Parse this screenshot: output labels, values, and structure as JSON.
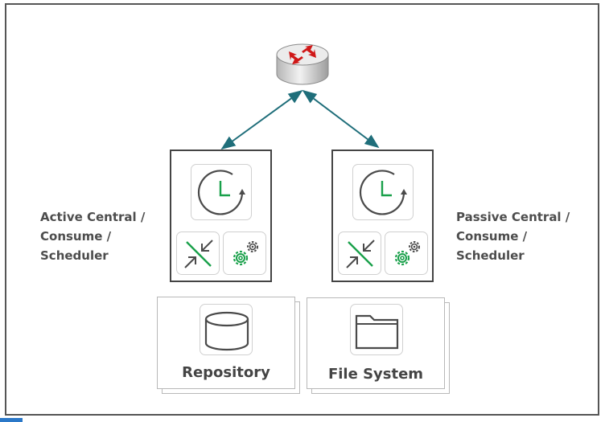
{
  "labels": {
    "active": "Active Central /\nConsume /\nScheduler",
    "passive": "Passive Central /\nConsume /\nScheduler"
  },
  "stores": {
    "repository": "Repository",
    "file_system": "File System"
  },
  "colors": {
    "link": "#1f6e7a",
    "accent_green": "#19a04a",
    "icon_gray": "#4a4a4a",
    "router_red": "#d01818"
  },
  "icons": {
    "router": "router-icon",
    "clock": "clock-refresh-icon",
    "compress": "compress-arrows-icon",
    "gears": "gears-icon",
    "database": "database-icon",
    "folder": "folder-icon"
  }
}
